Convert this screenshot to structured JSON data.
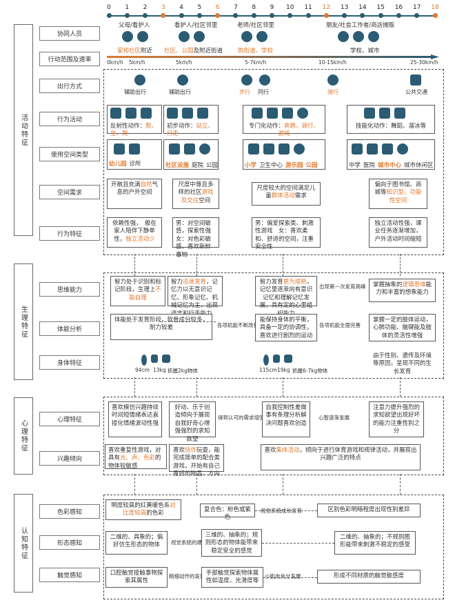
{
  "ages": [
    "0",
    "1",
    "2",
    "3",
    "4",
    "5",
    "6",
    "7",
    "8",
    "9",
    "10",
    "11",
    "12",
    "13",
    "14",
    "15",
    "16",
    "17",
    "18"
  ],
  "sections": {
    "activity": "活动特征",
    "physio": "生理特征",
    "psych": "心理特征",
    "cognitive": "认知特征"
  },
  "rows": {
    "helpers": "协同人员",
    "range": "行动范围及速率",
    "travel": "出行方式",
    "behavior": "行为活动",
    "space_type": "使用空间类型",
    "space_need": "空间需求",
    "behavior_feature": "行为特征",
    "thinking": "思维能力",
    "physique": "体能分析",
    "body": "身体特征",
    "mental": "心理特征",
    "interest": "兴趣倾向",
    "color": "色彩感知",
    "shape": "形态感知",
    "touch": "触觉感知"
  },
  "helpers": [
    "父母/看护人",
    "看护人/社区邻里",
    "老师/社区邻里",
    "朋友/社会工作者/商店摊贩"
  ],
  "ranges": [
    {
      "pre": "",
      "hl": "家和社区",
      "post": "附近"
    },
    {
      "pre": "",
      "hl": "社区、公园",
      "post": "及附近街道"
    },
    {
      "pre": "",
      "hl": "购街道、学校",
      "post": ""
    },
    {
      "pre": "学校、城市",
      "hl": "",
      "post": ""
    }
  ],
  "speeds": [
    "0km/h",
    "5km/h",
    "5km/h",
    "5-7km/h",
    "10-15km/h",
    "25-30km/h"
  ],
  "travel": [
    "辅助出行",
    "辅助出行",
    "步行",
    "同行",
    "骑行",
    "公共交通"
  ],
  "behaviors": [
    {
      "pre": "反射性动作：",
      "hl": "爬、坐、爬",
      "post": ""
    },
    {
      "pre": "初步动作：",
      "hl": "站立、行走",
      "post": ""
    },
    {
      "pre": "专门化动作：",
      "hl": "奔跑、骑行、游戏",
      "post": ""
    },
    {
      "pre": "技能化动作：舞蹈、溜冰等",
      "hl": "",
      "post": ""
    }
  ],
  "spaces": [
    {
      "items": [
        {
          "t": "幼儿园",
          "hl": true
        },
        {
          "t": "诊所",
          "hl": false
        }
      ]
    },
    {
      "items": [
        {
          "t": "社区设施",
          "hl": true
        },
        {
          "t": "庭院",
          "hl": false
        },
        {
          "t": "公园",
          "hl": false
        }
      ]
    },
    {
      "items": [
        {
          "t": "小学",
          "hl": true
        },
        {
          "t": "卫生中心",
          "hl": false
        },
        {
          "t": "游乐园",
          "hl": true
        },
        {
          "t": "公园",
          "hl": true
        }
      ]
    },
    {
      "items": [
        {
          "t": "中学",
          "hl": false
        },
        {
          "t": "医院",
          "hl": false
        },
        {
          "t": "城市中心",
          "hl": true
        },
        {
          "t": "城市休闲区",
          "hl": false
        }
      ]
    }
  ],
  "space_needs": [
    {
      "pre": "开敞且充满",
      "hl": "自然",
      "post": "气息的户外空间"
    },
    {
      "pre": "尺度中等且多样的社区",
      "hl": "游戏及交往",
      "post": "空间"
    },
    {
      "pre": "尺度较大的空间满足儿童",
      "hl": "群体活动",
      "post": "需求"
    },
    {
      "pre": "偏向于图书馆、商城等",
      "hl": "知识型、功能性空间",
      "post": ""
    }
  ],
  "behavior_features": [
    {
      "pre": "依赖性强，　般在家人陪伴下静单性，",
      "hl": "独立活动少",
      "post": ""
    },
    {
      "pre": "男：对空间敏感，探索性强　女：对色彩敏感，喜欢新鲜事物",
      "hl": "",
      "post": ""
    },
    {
      "pre": "男：偏爱探索类、刺激性游戏　女：喜欢柔和、舒适的空间，注重安全性",
      "hl": "",
      "post": ""
    },
    {
      "pre": "独立活动性强，课业任务逐渐增加，户外活动时间缩短",
      "hl": "",
      "post": ""
    }
  ],
  "thinking": [
    {
      "pre": "智力处于识别和标记阶段，生理上",
      "hl": "不能自理",
      "post": ""
    },
    {
      "pre": "智力",
      "hl": "迅速发育",
      "post": "，记忆力以无意识记忆、形象记忆、机械记忆为主，出现语言和行走能力"
    },
    {
      "pre": "智力发育",
      "hl": "更为成熟",
      "post": "，记忆里逐渐向有意识记忆和理解记忆发展，具有定的心里组织能力"
    },
    {
      "pre": "掌握抽象的",
      "hl": "逻辑思维",
      "post": "能力和丰富的想象能力"
    }
  ],
  "thinking_note": "出现第一次发育高峰",
  "physique": [
    {
      "pre": "体能处于发育阶段，软骨成分较多，耐力较差",
      "hl": "",
      "post": ""
    },
    {
      "pre": "能保持身体的平衡，具备一定的协调性，喜欢进行剧烈的运动",
      "hl": "",
      "post": ""
    },
    {
      "pre": "掌握一定的肢体运动，心肺功能、脑键能及肢体的灵活性增强",
      "hl": "",
      "post": ""
    }
  ],
  "physique_notes": [
    "各项机能不断改善",
    "各项机能全面完善"
  ],
  "body": {
    "a": [
      "94cm",
      "13kg",
      "抓握2kg物体"
    ],
    "b": [
      "115cm",
      "19kg",
      "抓握6-7kg物体"
    ],
    "c": "由于性别、遗传及环境等原因，呈现不同的生长发育"
  },
  "mental": [
    {
      "pre": "喜欢模仿兴趣持续时间短情绪表达直接化情绪波动性强",
      "hl": "",
      "post": ""
    },
    {
      "pre": "好动、乐于创造倾向于展现自我好奇心增强强烈的求知欲望",
      "hl": "",
      "post": ""
    },
    {
      "pre": "自我控制性差做事有条理分析解决问题喜欢创造",
      "hl": "",
      "post": ""
    },
    {
      "pre": "注意力提升强烈的求知欲望出现好坏的能力注重性别之分",
      "hl": "",
      "post": ""
    }
  ],
  "mental_notes": [
    "得到认可的需求增强",
    "心智逐渐发展"
  ],
  "interest": [
    {
      "pre": "喜欢重复性游戏，对具有",
      "hl": "光、声、色彩",
      "post": "的物体较敏感"
    },
    {
      "pre": "喜欢",
      "hl": "拮作",
      "post": "玩耍，能完成简单的配合类游戏，开始有自己喜好的物品、方向"
    },
    {
      "pre": "喜欢",
      "hl": "集体活动",
      "post": "，倾向于进行体育游戏和规律活动，并展现出兴趣广泛的特点"
    }
  ],
  "color": [
    {
      "pre": "明度较高的红黄暖色系",
      "hl": "对比度较高",
      "post": "的色彩"
    },
    {
      "pre": "复合色：粉色或紫色",
      "hl": "",
      "post": ""
    },
    {
      "pre": "区别色彩明暗程度出现性别差异",
      "hl": "",
      "post": ""
    }
  ],
  "color_note": "视觉系统成长发育",
  "shape": [
    {
      "pre": "二维的、具象的；偏好仿生形态的物体",
      "hl": "",
      "post": ""
    },
    {
      "pre": "三维的、抽象的；规则形态的物体能带来稳定安全的感觉",
      "hl": "",
      "post": ""
    },
    {
      "pre": "二维的、抽象的；不规则图形能带来刺激不稳定的感受",
      "hl": "",
      "post": ""
    }
  ],
  "shape_note": "视觉系统的建立",
  "touch": [
    {
      "pre": "口腔触觉接触事物探索其属性",
      "hl": "",
      "post": ""
    },
    {
      "pre": "手部触觉探索物体属性如温度、光滑度等",
      "hl": "",
      "post": ""
    },
    {
      "pre": "形成不同材质的触觉敏感度",
      "hl": "",
      "post": ""
    }
  ],
  "touch_notes": [
    "精细动作的发展",
    "小肌肉充分发展"
  ],
  "colors": {
    "accent": "#e07a2f",
    "primary": "#2c5b74",
    "line": "#555555"
  }
}
